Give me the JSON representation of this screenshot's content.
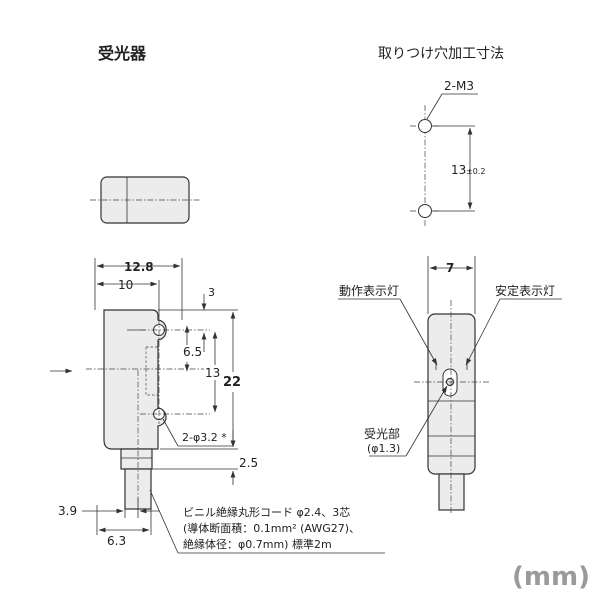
{
  "titles": {
    "receiver": "受光器",
    "mounting": "取りつけ穴加工寸法"
  },
  "mounting": {
    "screw": "2-M3",
    "pitch": "13",
    "tolerance": "±0.2"
  },
  "front": {
    "width_overall": "12.8",
    "width_hole": "10",
    "dim_3": "3",
    "dim_6_5": "6.5",
    "dim_13": "13",
    "height_22": "22",
    "hole_spec": "2-φ3.2 *",
    "dim_2_5": "2.5",
    "dim_3_9": "3.9",
    "dim_6_3": "6.3"
  },
  "side": {
    "width": "7",
    "op_indicator": "動作表示灯",
    "stable_indicator": "安定表示灯",
    "receiver_part": "受光部",
    "receiver_dia": "(φ1.3)"
  },
  "cord": {
    "line1": "ビニル絶縁丸形コード φ2.4、3芯",
    "line2": "(導体断面積：0.1mm² (AWG27)、",
    "line3": "絶縁体径：φ0.7mm) 標準2m"
  },
  "unit": "(mm)"
}
